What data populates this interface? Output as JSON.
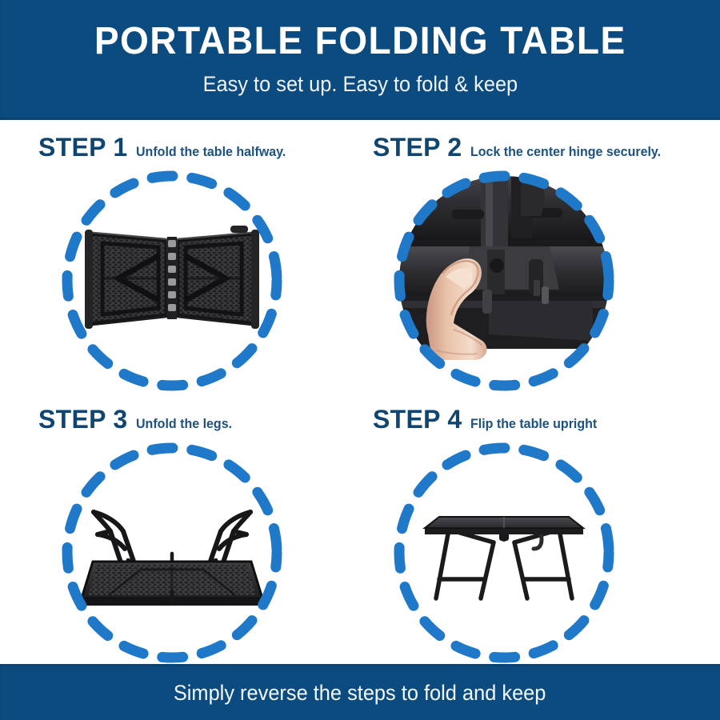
{
  "header": {
    "title": "PORTABLE FOLDING TABLE",
    "subtitle": "Easy to set up. Easy to fold & keep"
  },
  "footer": {
    "text": "Simply reverse the steps to fold and keep"
  },
  "steps": [
    {
      "label": "STEP 1",
      "caption": "Unfold the table halfway.",
      "illustration": "folded-table-underside-halfway"
    },
    {
      "label": "STEP 2",
      "caption": "Lock the center hinge securely.",
      "illustration": "hand-locking-center-hinge"
    },
    {
      "label": "STEP 3",
      "caption": "Unfold the legs.",
      "illustration": "table-upside-down-legs-unfolding"
    },
    {
      "label": "STEP 4",
      "caption": "Flip the table upright",
      "illustration": "table-set-up-upright"
    }
  ],
  "colors": {
    "banner_blue": "#0c4b80",
    "ring_blue": "#1f78c8",
    "step_label_blue": "#10456f",
    "caption_blue": "#1d5280",
    "table_black": "#2b2b2d",
    "background": "#ffffff"
  }
}
